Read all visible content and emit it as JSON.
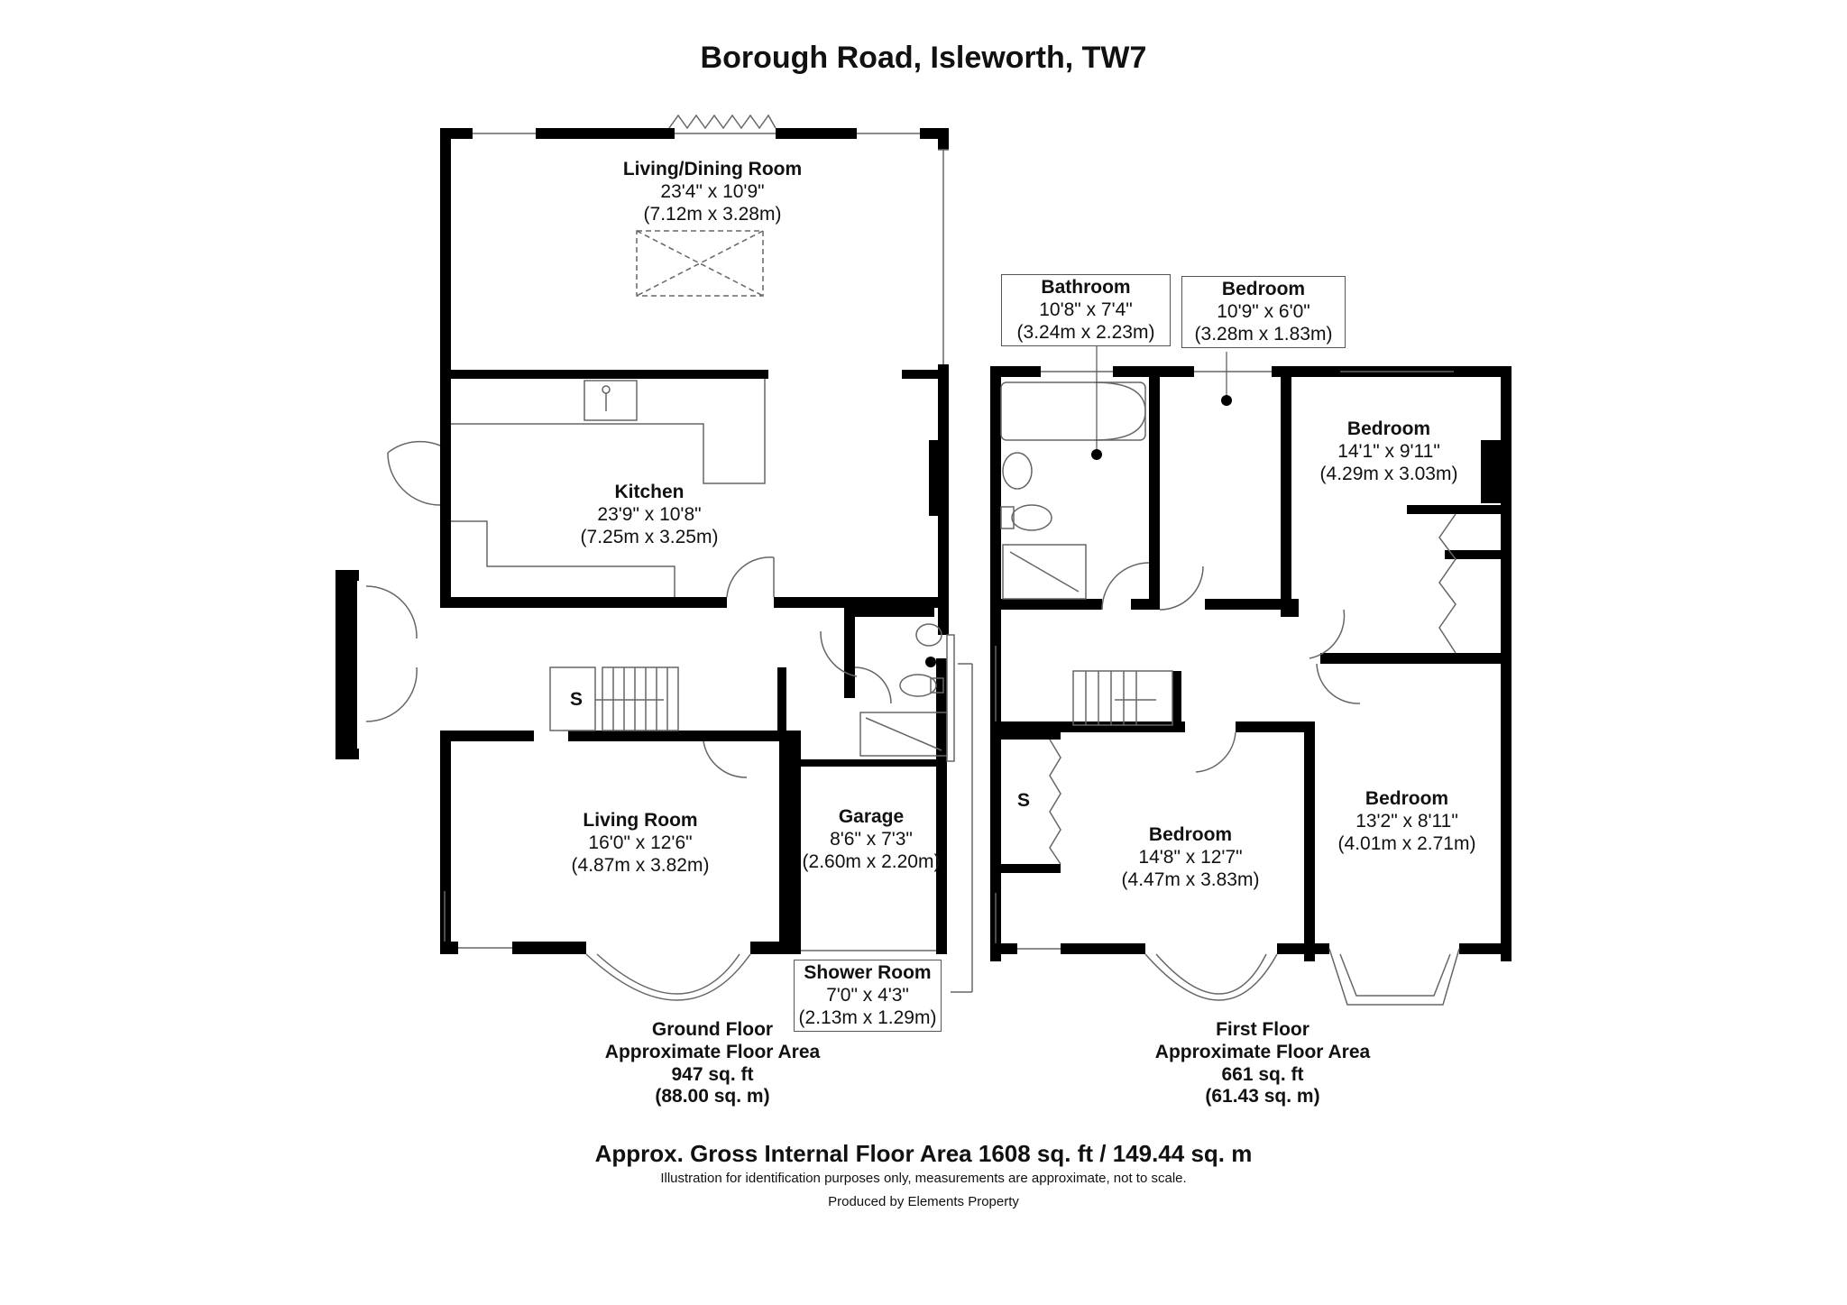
{
  "title": "Borough Road, Isleworth, TW7",
  "ground_floor": {
    "rooms": [
      {
        "key": "living_dining",
        "name": "Living/Dining Room",
        "imperial": "23'4\" x 10'9\"",
        "metric": "(7.12m x 3.28m)"
      },
      {
        "key": "kitchen",
        "name": "Kitchen",
        "imperial": "23'9\" x 10'8\"",
        "metric": "(7.25m x 3.25m)"
      },
      {
        "key": "living_room",
        "name": "Living Room",
        "imperial": "16'0\" x 12'6\"",
        "metric": "(4.87m x 3.82m)"
      },
      {
        "key": "garage",
        "name": "Garage",
        "imperial": "8'6\" x 7'3\"",
        "metric": "(2.60m x 2.20m)"
      },
      {
        "key": "shower_room",
        "name": "Shower Room",
        "imperial": "7'0\" x 4'3\"",
        "metric": "(2.13m x 1.29m)"
      }
    ],
    "storage_label": "S",
    "caption": {
      "line1": "Ground Floor",
      "line2": "Approximate Floor Area",
      "line3": "947 sq. ft",
      "line4": "(88.00 sq. m)"
    }
  },
  "first_floor": {
    "rooms": [
      {
        "key": "bathroom",
        "name": "Bathroom",
        "imperial": "10'8\" x 7'4\"",
        "metric": "(3.24m x 2.23m)"
      },
      {
        "key": "bedroom_small",
        "name": "Bedroom",
        "imperial": "10'9\" x 6'0\"",
        "metric": "(3.28m x 1.83m)"
      },
      {
        "key": "bedroom_rear_right",
        "name": "Bedroom",
        "imperial": "14'1\" x 9'11\"",
        "metric": "(4.29m x 3.03m)"
      },
      {
        "key": "bedroom_front_left",
        "name": "Bedroom",
        "imperial": "14'8\" x 12'7\"",
        "metric": "(4.47m x 3.83m)"
      },
      {
        "key": "bedroom_front_right",
        "name": "Bedroom",
        "imperial": "13'2\" x 8'11\"",
        "metric": "(4.01m x 2.71m)"
      }
    ],
    "storage_label": "S",
    "caption": {
      "line1": "First Floor",
      "line2": "Approximate Floor Area",
      "line3": "661 sq. ft",
      "line4": "(61.43 sq. m)"
    }
  },
  "footer": {
    "gross": "Approx. Gross Internal Floor Area 1608 sq. ft / 149.44 sq. m",
    "disclaimer": "Illustration for identification purposes only, measurements are approximate, not to scale.",
    "credit": "Produced by Elements Property"
  },
  "colors": {
    "wall": "#000000",
    "fixture": "#666666",
    "background": "#ffffff"
  }
}
